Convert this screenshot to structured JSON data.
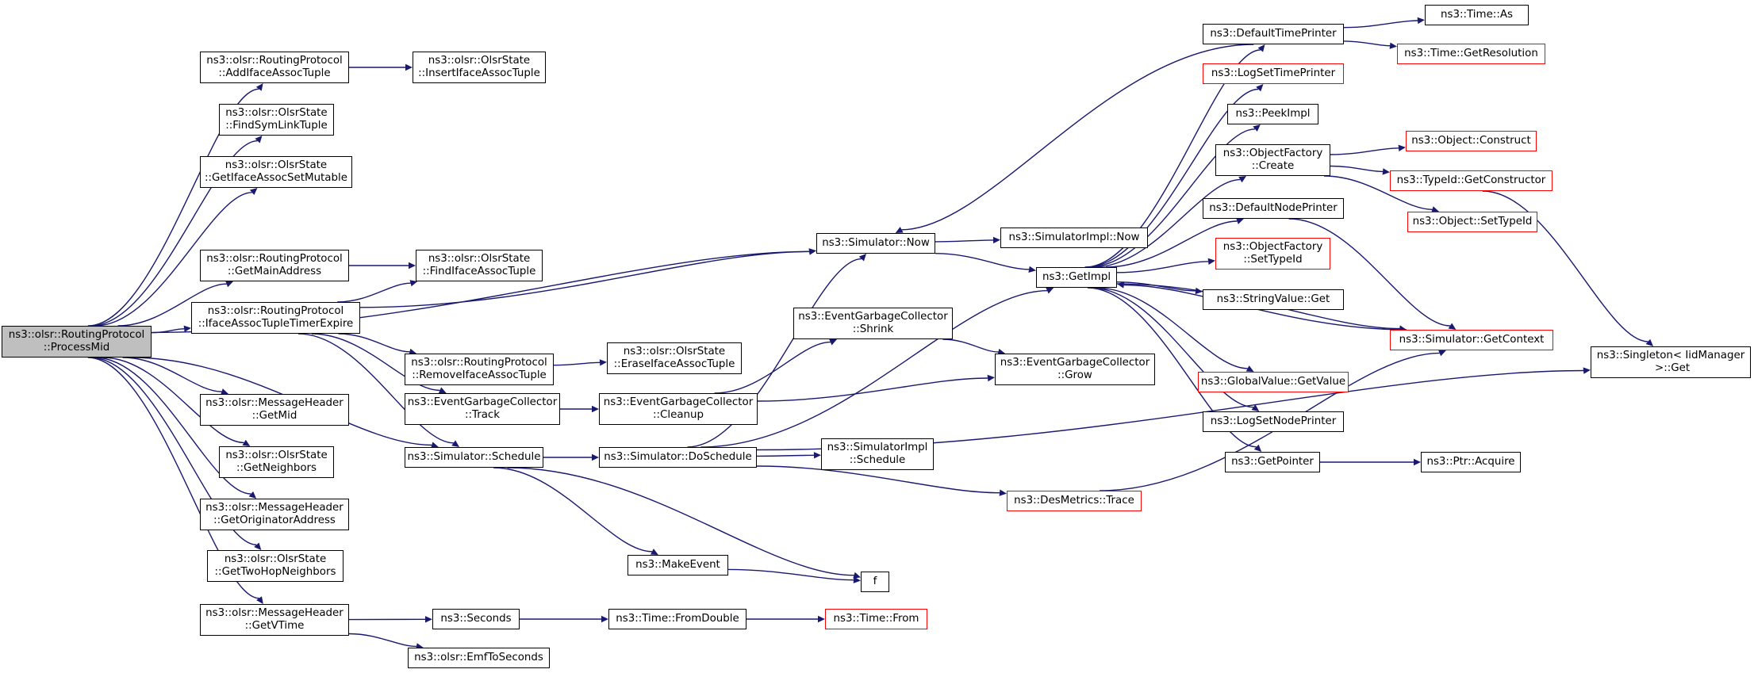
{
  "nodes": [
    {
      "id": "processmid",
      "label": "ns3::olsr::RoutingProtocol\n::ProcessMid",
      "style": "gray"
    },
    {
      "id": "addifaceassoc",
      "label": "ns3::olsr::RoutingProtocol\n::AddIfaceAssocTuple"
    },
    {
      "id": "findsymlink",
      "label": "ns3::olsr::OlsrState\n::FindSymLinkTuple"
    },
    {
      "id": "getifaceassocset",
      "label": "ns3::olsr::OlsrState\n::GetIfaceAssocSetMutable"
    },
    {
      "id": "getmainaddress",
      "label": "ns3::olsr::RoutingProtocol\n::GetMainAddress"
    },
    {
      "id": "ifaceassoctimer",
      "label": "ns3::olsr::RoutingProtocol\n::IfaceAssocTupleTimerExpire"
    },
    {
      "id": "getmid",
      "label": "ns3::olsr::MessageHeader\n::GetMid"
    },
    {
      "id": "getneighbors",
      "label": "ns3::olsr::OlsrState\n::GetNeighbors"
    },
    {
      "id": "getoriginator",
      "label": "ns3::olsr::MessageHeader\n::GetOriginatorAddress"
    },
    {
      "id": "gettwohop",
      "label": "ns3::olsr::OlsrState\n::GetTwoHopNeighbors"
    },
    {
      "id": "getvtime",
      "label": "ns3::olsr::MessageHeader\n::GetVTime"
    },
    {
      "id": "insertifaceassoc",
      "label": "ns3::olsr::OlsrState\n::InsertIfaceAssocTuple"
    },
    {
      "id": "findifaceassoc",
      "label": "ns3::olsr::OlsrState\n::FindIfaceAssocTuple"
    },
    {
      "id": "removeifaceassoc",
      "label": "ns3::olsr::RoutingProtocol\n::RemoveIfaceAssocTuple"
    },
    {
      "id": "egctrack",
      "label": "ns3::EventGarbageCollector\n::Track"
    },
    {
      "id": "schedule",
      "label": "ns3::Simulator::Schedule"
    },
    {
      "id": "seconds",
      "label": "ns3::Seconds"
    },
    {
      "id": "emftoseconds",
      "label": "ns3::olsr::EmfToSeconds"
    },
    {
      "id": "eraseifaceassoc",
      "label": "ns3::olsr::OlsrState\n::EraseIfaceAssocTuple"
    },
    {
      "id": "egccleanup",
      "label": "ns3::EventGarbageCollector\n::Cleanup"
    },
    {
      "id": "doschedule",
      "label": "ns3::Simulator::DoSchedule"
    },
    {
      "id": "makeevent",
      "label": "ns3::MakeEvent"
    },
    {
      "id": "fromdouble",
      "label": "ns3::Time::FromDouble"
    },
    {
      "id": "egcshrink",
      "label": "ns3::EventGarbageCollector\n::Shrink"
    },
    {
      "id": "simnow",
      "label": "ns3::Simulator::Now"
    },
    {
      "id": "simimplschedule",
      "label": "ns3::SimulatorImpl\n::Schedule"
    },
    {
      "id": "f",
      "label": "f"
    },
    {
      "id": "timefrom",
      "label": "ns3::Time::From",
      "style": "red"
    },
    {
      "id": "simimplnow",
      "label": "ns3::SimulatorImpl::Now"
    },
    {
      "id": "desmetricstrace",
      "label": "ns3::DesMetrics::Trace",
      "style": "red"
    },
    {
      "id": "getimpl",
      "label": "ns3::GetImpl"
    },
    {
      "id": "egcgrow",
      "label": "ns3::EventGarbageCollector\n::Grow"
    },
    {
      "id": "defaulttimeprinter",
      "label": "ns3::DefaultTimePrinter"
    },
    {
      "id": "logsettimeprinter",
      "label": "ns3::LogSetTimePrinter",
      "style": "red"
    },
    {
      "id": "peekimpl",
      "label": "ns3::PeekImpl"
    },
    {
      "id": "objfactorycreate",
      "label": "ns3::ObjectFactory\n::Create"
    },
    {
      "id": "defaultnodeprinter",
      "label": "ns3::DefaultNodePrinter"
    },
    {
      "id": "objfactorysettypeid",
      "label": "ns3::ObjectFactory\n::SetTypeId",
      "style": "red"
    },
    {
      "id": "stringvalueget",
      "label": "ns3::StringValue::Get"
    },
    {
      "id": "globalvaluegetvalue",
      "label": "ns3::GlobalValue::GetValue",
      "style": "red"
    },
    {
      "id": "logsetnodeprinter",
      "label": "ns3::LogSetNodePrinter"
    },
    {
      "id": "getpointer",
      "label": "ns3::GetPointer"
    },
    {
      "id": "timeas",
      "label": "ns3::Time::As"
    },
    {
      "id": "timegetresolution",
      "label": "ns3::Time::GetResolution",
      "style": "red"
    },
    {
      "id": "objectconstruct",
      "label": "ns3::Object::Construct",
      "style": "red"
    },
    {
      "id": "typeidgetconstructor",
      "label": "ns3::TypeId::GetConstructor",
      "style": "red"
    },
    {
      "id": "objectsettypeid",
      "label": "ns3::Object::SetTypeId",
      "style": "red"
    },
    {
      "id": "simgetcontext",
      "label": "ns3::Simulator::GetContext",
      "style": "red"
    },
    {
      "id": "ptracquire",
      "label": "ns3::Ptr::Acquire"
    },
    {
      "id": "singletonget",
      "label": "ns3::Singleton< IidManager\n >::Get"
    }
  ],
  "edges": [
    [
      "processmid",
      "addifaceassoc"
    ],
    [
      "processmid",
      "findsymlink"
    ],
    [
      "processmid",
      "getifaceassocset"
    ],
    [
      "processmid",
      "simnow"
    ],
    [
      "processmid",
      "getmainaddress"
    ],
    [
      "processmid",
      "ifaceassoctimer"
    ],
    [
      "processmid",
      "schedule"
    ],
    [
      "processmid",
      "getmid"
    ],
    [
      "processmid",
      "getneighbors"
    ],
    [
      "processmid",
      "getoriginator"
    ],
    [
      "processmid",
      "gettwohop"
    ],
    [
      "processmid",
      "getvtime"
    ],
    [
      "addifaceassoc",
      "insertifaceassoc"
    ],
    [
      "getmainaddress",
      "findifaceassoc"
    ],
    [
      "ifaceassoctimer",
      "findifaceassoc"
    ],
    [
      "ifaceassoctimer",
      "simnow"
    ],
    [
      "ifaceassoctimer",
      "removeifaceassoc"
    ],
    [
      "ifaceassoctimer",
      "egctrack"
    ],
    [
      "ifaceassoctimer",
      "schedule"
    ],
    [
      "removeifaceassoc",
      "eraseifaceassoc"
    ],
    [
      "egctrack",
      "egccleanup"
    ],
    [
      "egccleanup",
      "egcshrink"
    ],
    [
      "egccleanup",
      "egcgrow"
    ],
    [
      "egcshrink",
      "egcgrow"
    ],
    [
      "schedule",
      "doschedule"
    ],
    [
      "schedule",
      "makeevent"
    ],
    [
      "schedule",
      "f"
    ],
    [
      "makeevent",
      "f"
    ],
    [
      "doschedule",
      "simnow"
    ],
    [
      "doschedule",
      "getimpl"
    ],
    [
      "doschedule",
      "simimplschedule"
    ],
    [
      "doschedule",
      "desmetricstrace"
    ],
    [
      "doschedule",
      "singletonget"
    ],
    [
      "getvtime",
      "seconds"
    ],
    [
      "getvtime",
      "emftoseconds"
    ],
    [
      "seconds",
      "fromdouble"
    ],
    [
      "fromdouble",
      "timefrom"
    ],
    [
      "simnow",
      "simimplnow"
    ],
    [
      "simnow",
      "getimpl"
    ],
    [
      "getimpl",
      "defaulttimeprinter"
    ],
    [
      "getimpl",
      "logsettimeprinter"
    ],
    [
      "getimpl",
      "peekimpl"
    ],
    [
      "getimpl",
      "objfactorycreate"
    ],
    [
      "getimpl",
      "defaultnodeprinter"
    ],
    [
      "getimpl",
      "objfactorysettypeid"
    ],
    [
      "getimpl",
      "stringvalueget"
    ],
    [
      "getimpl",
      "simgetcontext"
    ],
    [
      "getimpl",
      "globalvaluegetvalue"
    ],
    [
      "getimpl",
      "logsetnodeprinter"
    ],
    [
      "getimpl",
      "getpointer"
    ],
    [
      "defaulttimeprinter",
      "simnow"
    ],
    [
      "defaulttimeprinter",
      "timeas"
    ],
    [
      "defaulttimeprinter",
      "timegetresolution"
    ],
    [
      "objfactorycreate",
      "objectconstruct"
    ],
    [
      "objfactorycreate",
      "typeidgetconstructor"
    ],
    [
      "objfactorycreate",
      "objectsettypeid"
    ],
    [
      "typeidgetconstructor",
      "singletonget"
    ],
    [
      "defaultnodeprinter",
      "simgetcontext"
    ],
    [
      "simgetcontext",
      "getimpl"
    ],
    [
      "getpointer",
      "ptracquire"
    ],
    [
      "desmetricstrace",
      "simgetcontext"
    ]
  ]
}
